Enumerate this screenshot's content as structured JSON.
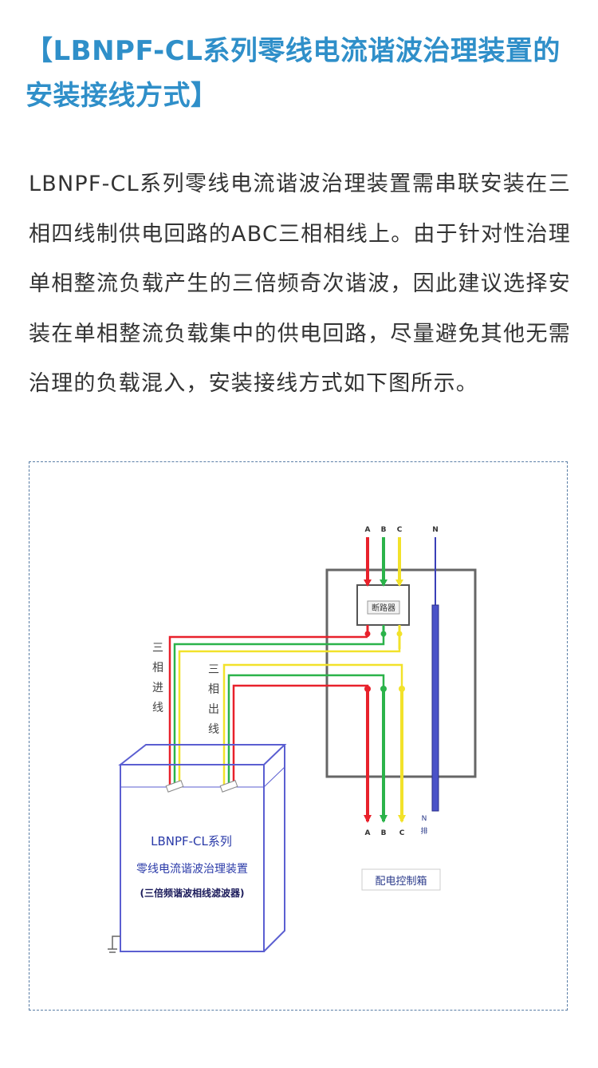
{
  "article": {
    "title": "【LBNPF-CL系列零线电流谐波治理装置的安装接线方式】",
    "body": "LBNPF-CL系列零线电流谐波治理装置需串联安装在三相四线制供电回路的ABC三相相线上。由于针对性治理单相整流负载产生的三倍频奇次谐波，因此建议选择安装在单相整流负载集中的供电回路，尽量避免其他无需治理的负载混入，安装接线方式如下图所示。"
  },
  "diagram": {
    "phase_top": [
      "A",
      "B",
      "C",
      "N"
    ],
    "phase_bottom": [
      "A",
      "B",
      "C"
    ],
    "n_bar_label": "N排",
    "breaker_label": "断路器",
    "cabinet_label": "配电控制箱",
    "in_line_label": "三相进线",
    "out_line_label": "三相出线",
    "device_line1": "LBNPF-CL系列",
    "device_line2": "零线电流谐波治理装置",
    "device_line3": "(三倍频谐波相线滤波器)",
    "colors": {
      "A": "#e8212b",
      "B": "#2bb34a",
      "C": "#f2e22a",
      "N": "#3a40b8",
      "outline": "#5b5fd1",
      "cabinet": "#666666"
    }
  }
}
